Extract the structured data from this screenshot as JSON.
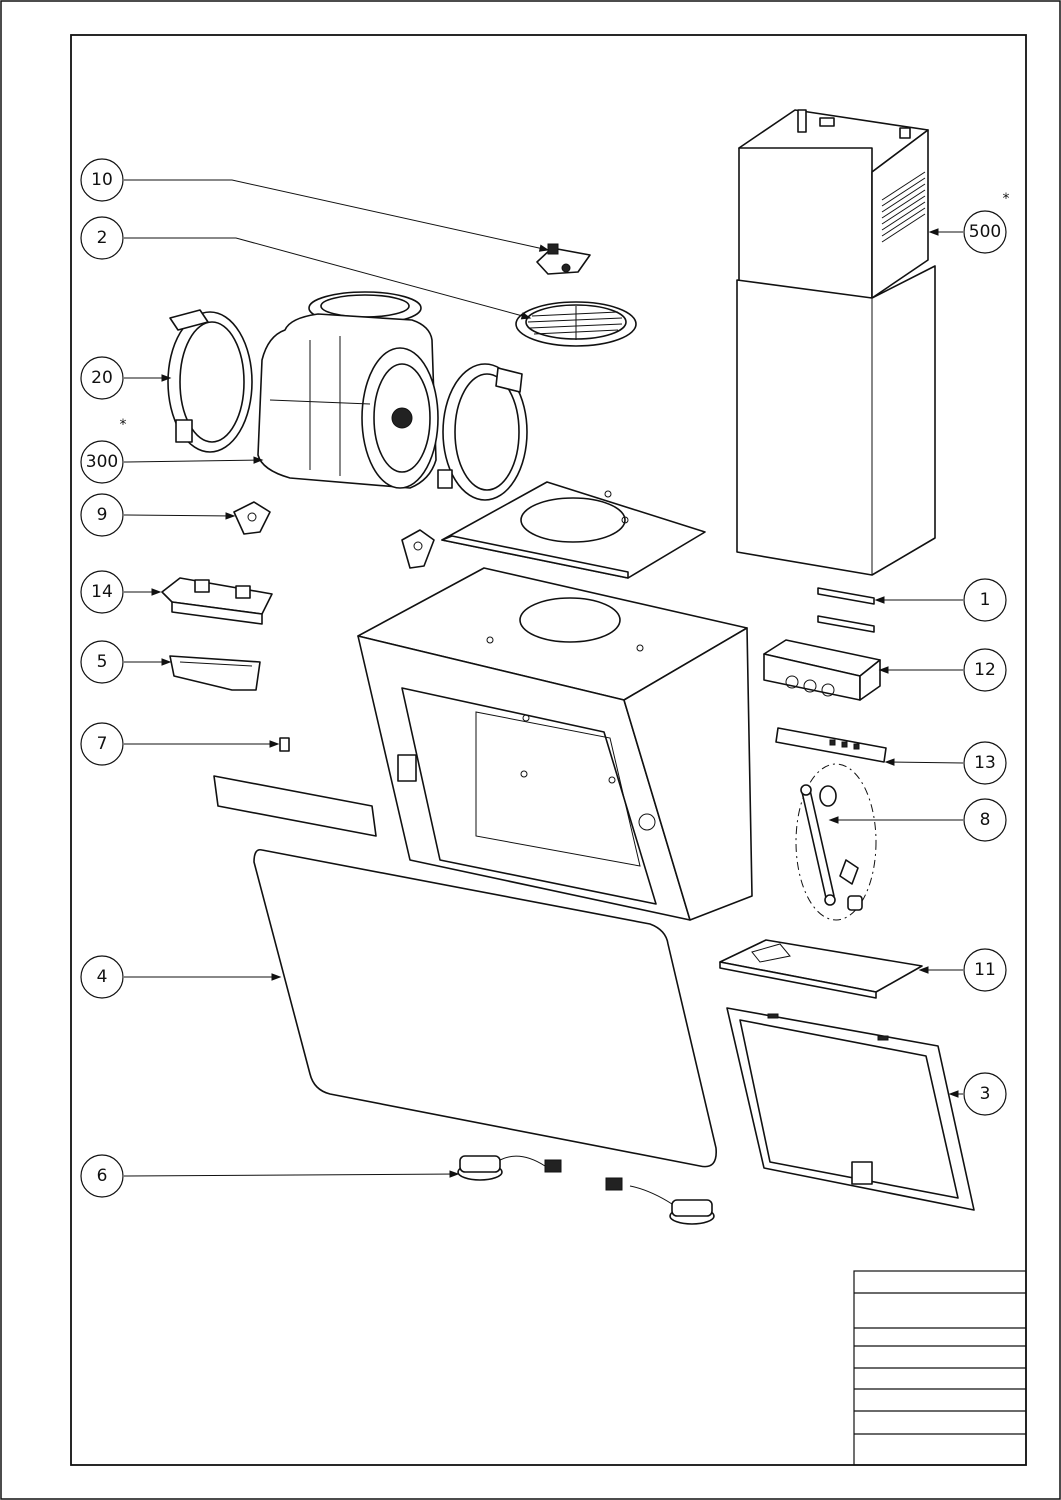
{
  "callouts": [
    {
      "id": "c10",
      "label": "10"
    },
    {
      "id": "c2",
      "label": "2"
    },
    {
      "id": "c20",
      "label": "20"
    },
    {
      "id": "c300",
      "label": "300"
    },
    {
      "id": "c9",
      "label": "9"
    },
    {
      "id": "c14",
      "label": "14"
    },
    {
      "id": "c5",
      "label": "5"
    },
    {
      "id": "c7",
      "label": "7"
    },
    {
      "id": "c4",
      "label": "4"
    },
    {
      "id": "c6",
      "label": "6"
    },
    {
      "id": "c500",
      "label": "500"
    },
    {
      "id": "c1",
      "label": "1"
    },
    {
      "id": "c12",
      "label": "12"
    },
    {
      "id": "c13",
      "label": "13"
    },
    {
      "id": "c8",
      "label": "8"
    },
    {
      "id": "c11",
      "label": "11"
    },
    {
      "id": "c3",
      "label": "3"
    }
  ],
  "markers": {
    "asterisk": "*"
  }
}
